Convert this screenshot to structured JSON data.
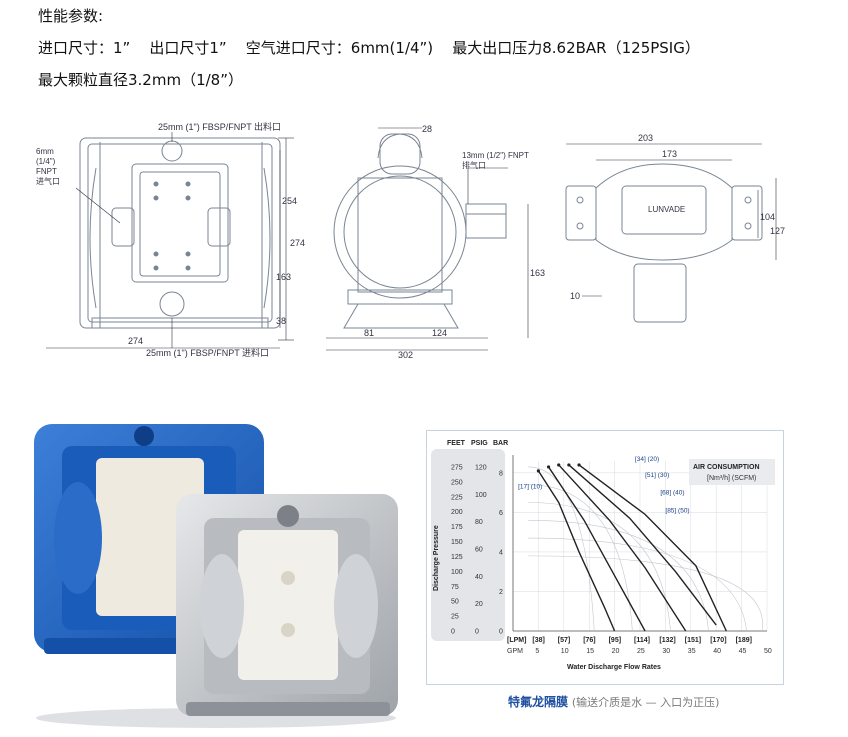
{
  "specs": {
    "title": "性能参数:",
    "line1": "进口尺寸：1”    出口尺寸1”    空气进口尺寸：6mm(1/4”)    最大出口压力8.62BAR（125PSIG）",
    "line2": "最大颗粒直径3.2mm（1/8”）"
  },
  "front_view": {
    "outlet_label": "25mm (1\") FBSP/FNPT 出料口",
    "inlet_label": "25mm (1\") FBSP/FNPT 进料口",
    "air_inlet_label": [
      "6mm",
      "(1/4\")",
      "FNPT",
      "进气口"
    ],
    "dims": {
      "height_total": "274",
      "height_outlet": "254",
      "height_mid": "163",
      "height_base": "38",
      "width": "274"
    }
  },
  "side_view": {
    "exhaust_label": [
      "13mm (1/2\") FNPT",
      "排气口"
    ],
    "dims": {
      "top": "28",
      "height": "163",
      "left": "81",
      "right": "124",
      "width": "302"
    }
  },
  "top_view": {
    "brand": "LUNVADE",
    "dims": {
      "width_outer": "203",
      "width_inner": "173",
      "height_inner": "104",
      "height_outer": "127",
      "offset": "10"
    }
  },
  "chart_data": {
    "type": "line",
    "title": "",
    "left_axis_headers": [
      "FEET",
      "PSIG",
      "BAR"
    ],
    "feet_ticks": [
      "275",
      "250",
      "225",
      "200",
      "175",
      "150",
      "125",
      "100",
      "75",
      "50",
      "25",
      "0"
    ],
    "psig_ticks": [
      "120",
      "100",
      "80",
      "60",
      "40",
      "20",
      "0"
    ],
    "ylabel": "Discharge Pressure",
    "ylim": [
      0,
      8.6
    ],
    "y_ticks": [
      0,
      2,
      4,
      6,
      8
    ],
    "xlabel": "Water Discharge Flow Rates",
    "xlim": [
      0,
      50
    ],
    "x_ticks_gpm": [
      5,
      10,
      15,
      20,
      25,
      30,
      35,
      40,
      45,
      50
    ],
    "x_ticks_lpm": [
      "[LPM]",
      "[38]",
      "[57]",
      "[76]",
      "[95]",
      "[114]",
      "[132]",
      "[151]",
      "[170]",
      "[189]"
    ],
    "x_unit_label": "GPM",
    "legend_title": "AIR CONSUMPTION",
    "legend_sub": "[Nm³/h] (SCFM)",
    "air_labels": [
      "[17] (10)",
      "[34] (20)",
      "[51] (30)",
      "[68] (40)",
      "[85] (50)"
    ],
    "series": [
      {
        "points": [
          [
            5,
            8.1
          ],
          [
            9,
            6.5
          ],
          [
            13,
            4.0
          ],
          [
            18,
            1.2
          ],
          [
            20,
            0
          ]
        ]
      },
      {
        "points": [
          [
            7,
            8.3
          ],
          [
            14,
            5.6
          ],
          [
            20,
            2.8
          ],
          [
            26,
            0
          ]
        ]
      },
      {
        "points": [
          [
            9,
            8.4
          ],
          [
            19,
            5.6
          ],
          [
            26,
            3.2
          ],
          [
            34,
            0
          ]
        ]
      },
      {
        "points": [
          [
            11,
            8.4
          ],
          [
            23,
            5.7
          ],
          [
            32,
            3.0
          ],
          [
            40,
            0.3
          ]
        ]
      },
      {
        "points": [
          [
            13,
            8.4
          ],
          [
            26,
            5.9
          ],
          [
            36,
            3.3
          ],
          [
            42,
            0
          ]
        ]
      }
    ]
  },
  "caption": {
    "main": "特氟龙隔膜",
    "sub": "(输送介质是水 — 入口为正压)"
  }
}
